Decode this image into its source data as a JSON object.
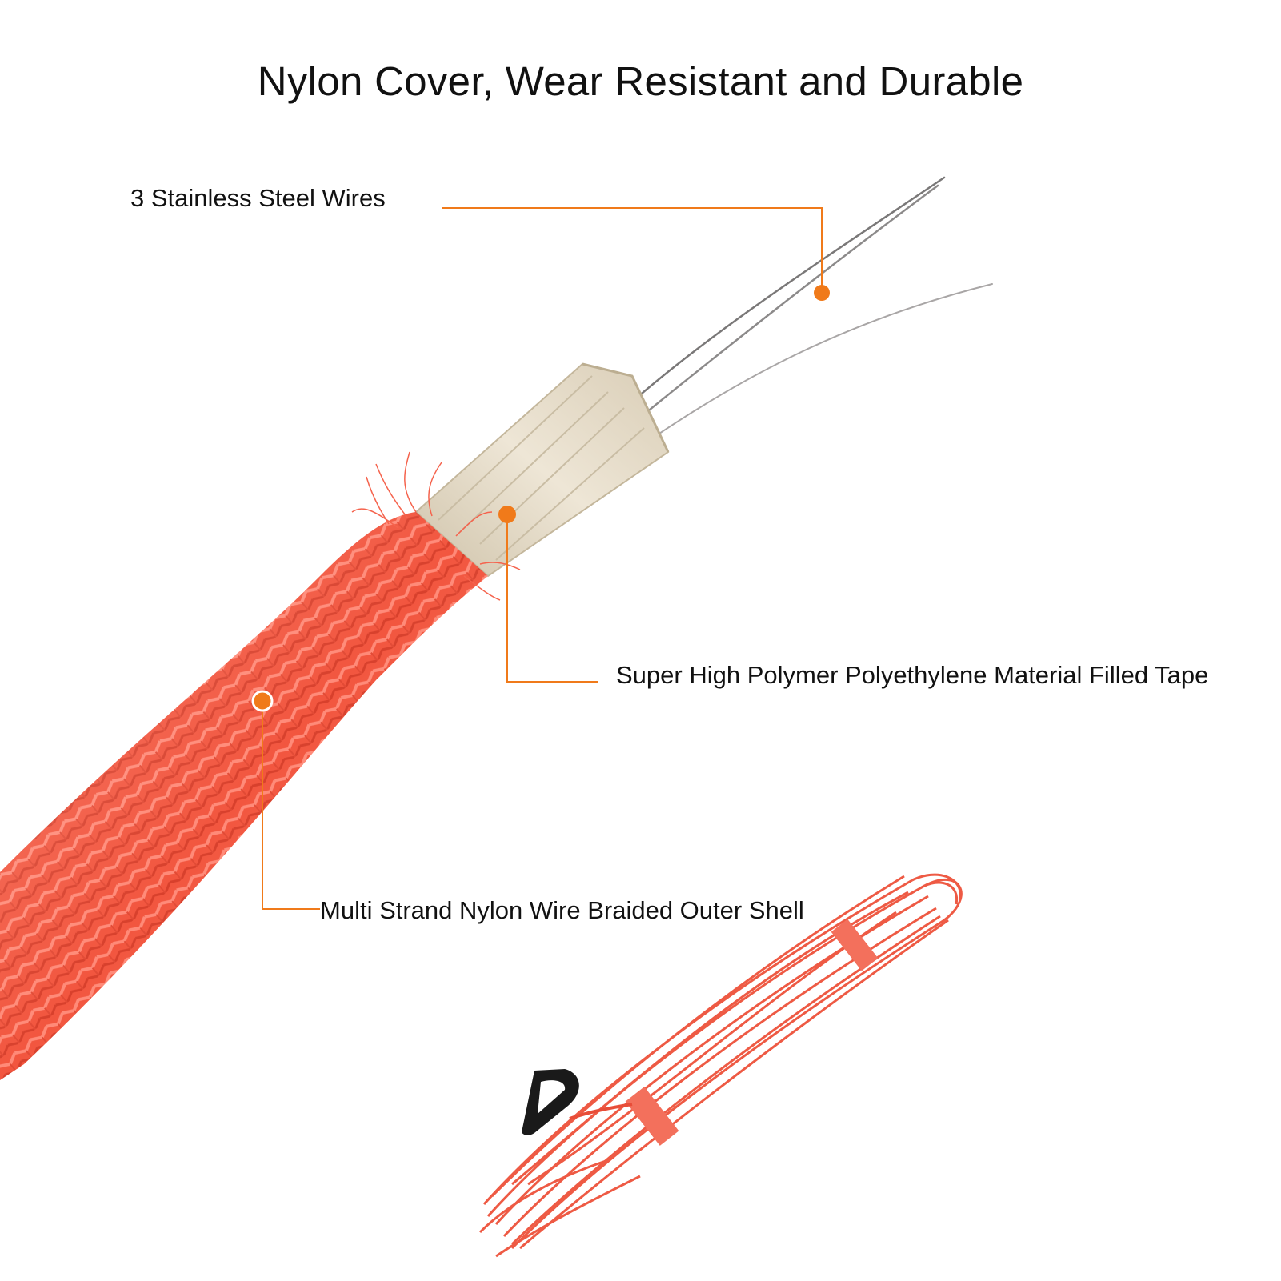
{
  "title": "Nylon Cover, Wear Resistant and Durable",
  "callouts": {
    "wires": "3 Stainless Steel Wires",
    "tape": "Super High Polymer Polyethylene Material Filled Tape",
    "shell": "Multi Strand Nylon Wire Braided Outer Shell"
  },
  "colors": {
    "accent": "#f07a1a",
    "rope": "#f0553e",
    "tape": "#ddd3bf",
    "handle": "#1a1a1a"
  }
}
